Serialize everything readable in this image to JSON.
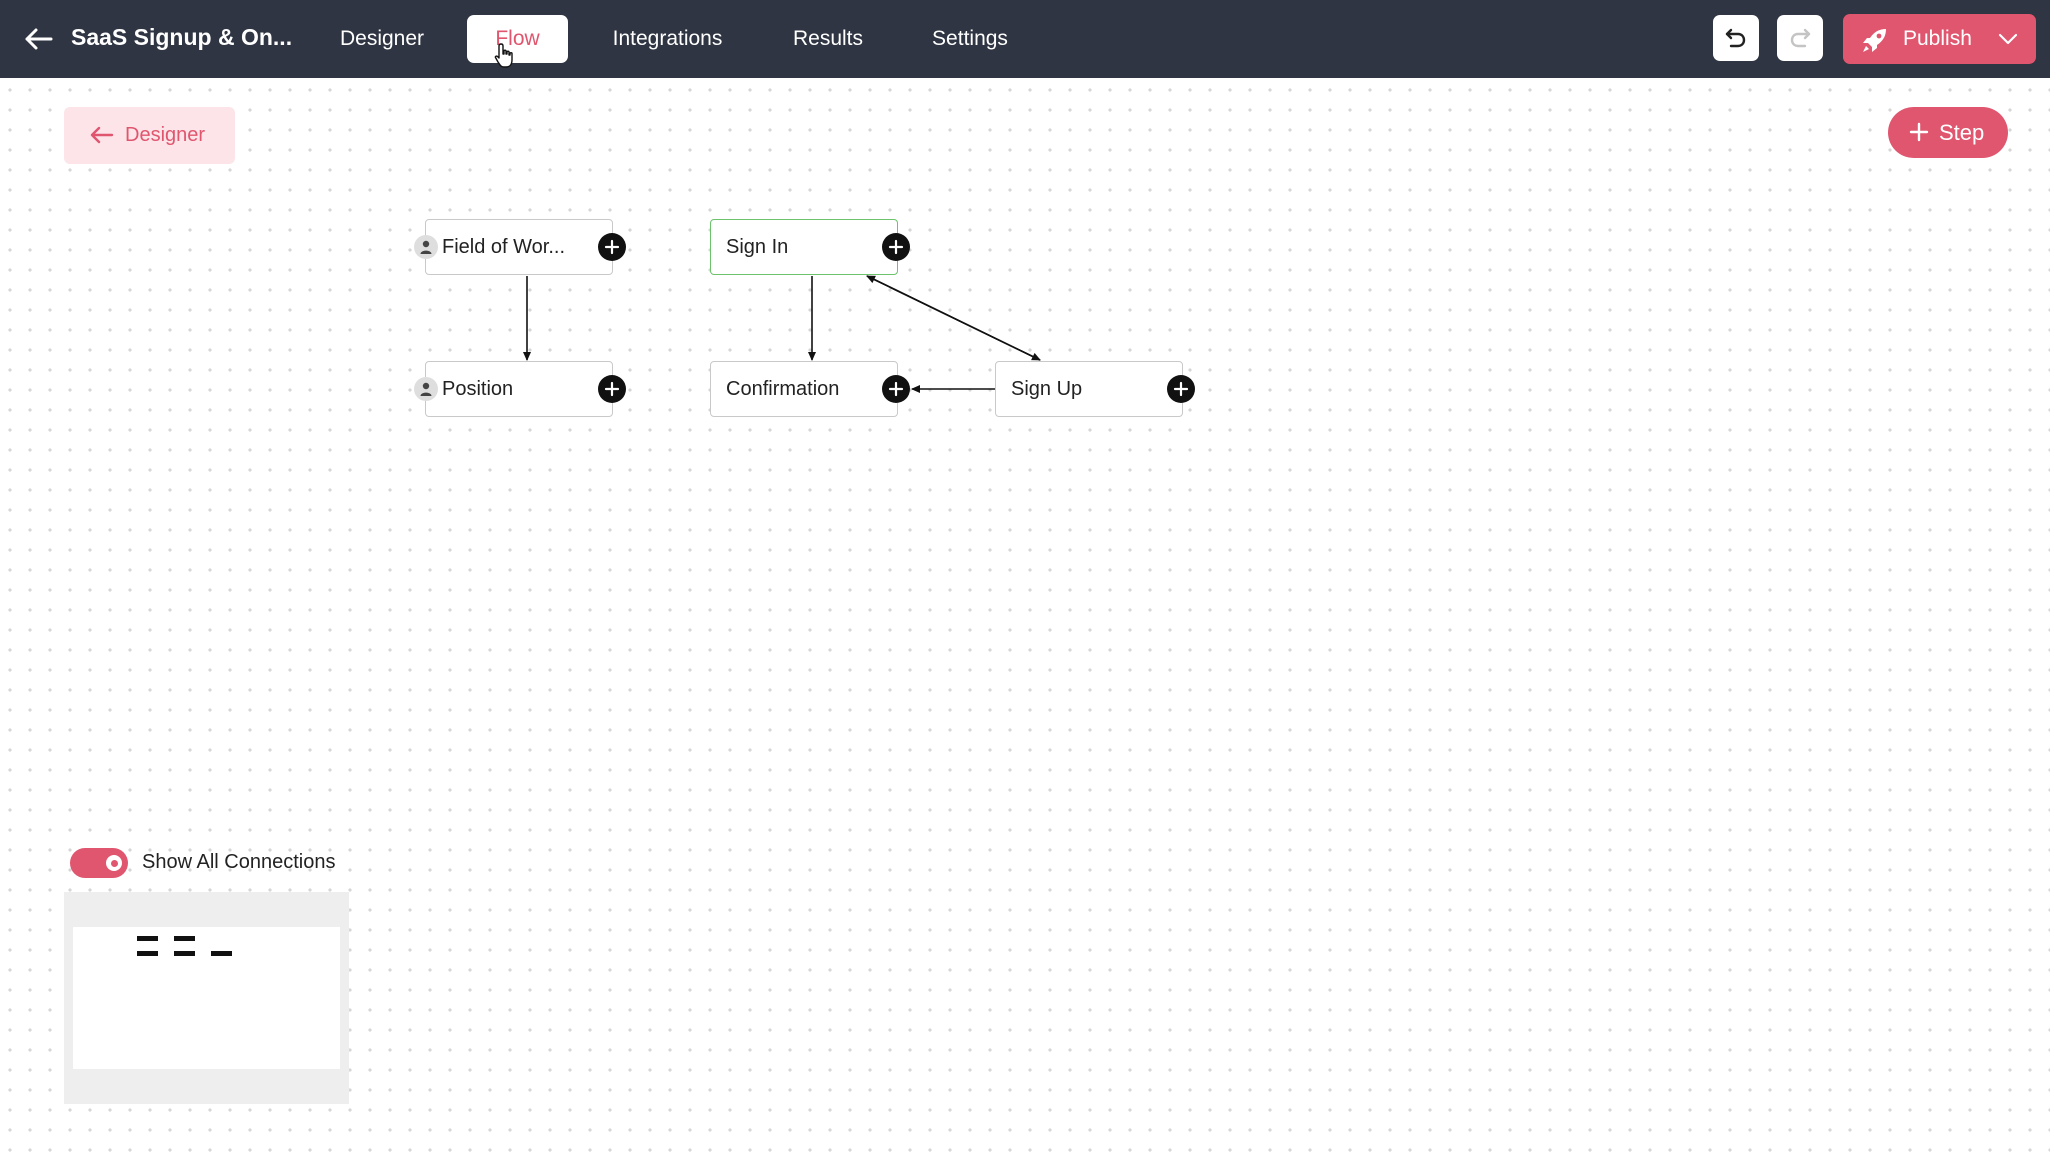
{
  "topbar": {
    "title": "SaaS Signup & On...",
    "tabs": [
      {
        "label": "Designer",
        "active": false
      },
      {
        "label": "Flow",
        "active": true
      },
      {
        "label": "Integrations",
        "active": false
      },
      {
        "label": "Results",
        "active": false
      },
      {
        "label": "Settings",
        "active": false
      }
    ],
    "publish_label": "Publish"
  },
  "canvas": {
    "designer_back_label": "Designer",
    "step_label": "Step",
    "nodes": [
      {
        "id": "field-of-work",
        "label": "Field of Wor...",
        "badge": "person-icon",
        "selected": false
      },
      {
        "id": "position",
        "label": "Position",
        "badge": "person-icon",
        "selected": false
      },
      {
        "id": "sign-in",
        "label": "Sign In",
        "badge": null,
        "selected": true
      },
      {
        "id": "confirmation",
        "label": "Confirmation",
        "badge": null,
        "selected": false
      },
      {
        "id": "sign-up",
        "label": "Sign Up",
        "badge": null,
        "selected": false
      }
    ],
    "edges": [
      {
        "from": "field-of-work",
        "to": "position"
      },
      {
        "from": "sign-in",
        "to": "confirmation"
      },
      {
        "from": "sign-up",
        "to": "sign-in"
      },
      {
        "from": "sign-in",
        "to": "sign-up"
      },
      {
        "from": "sign-up",
        "to": "confirmation"
      }
    ]
  },
  "connections": {
    "toggle_label": "Show All Connections",
    "enabled": true
  },
  "colors": {
    "accent": "#e0566f",
    "topbar": "#2f3542",
    "selected_node_border": "#6cc36c"
  }
}
